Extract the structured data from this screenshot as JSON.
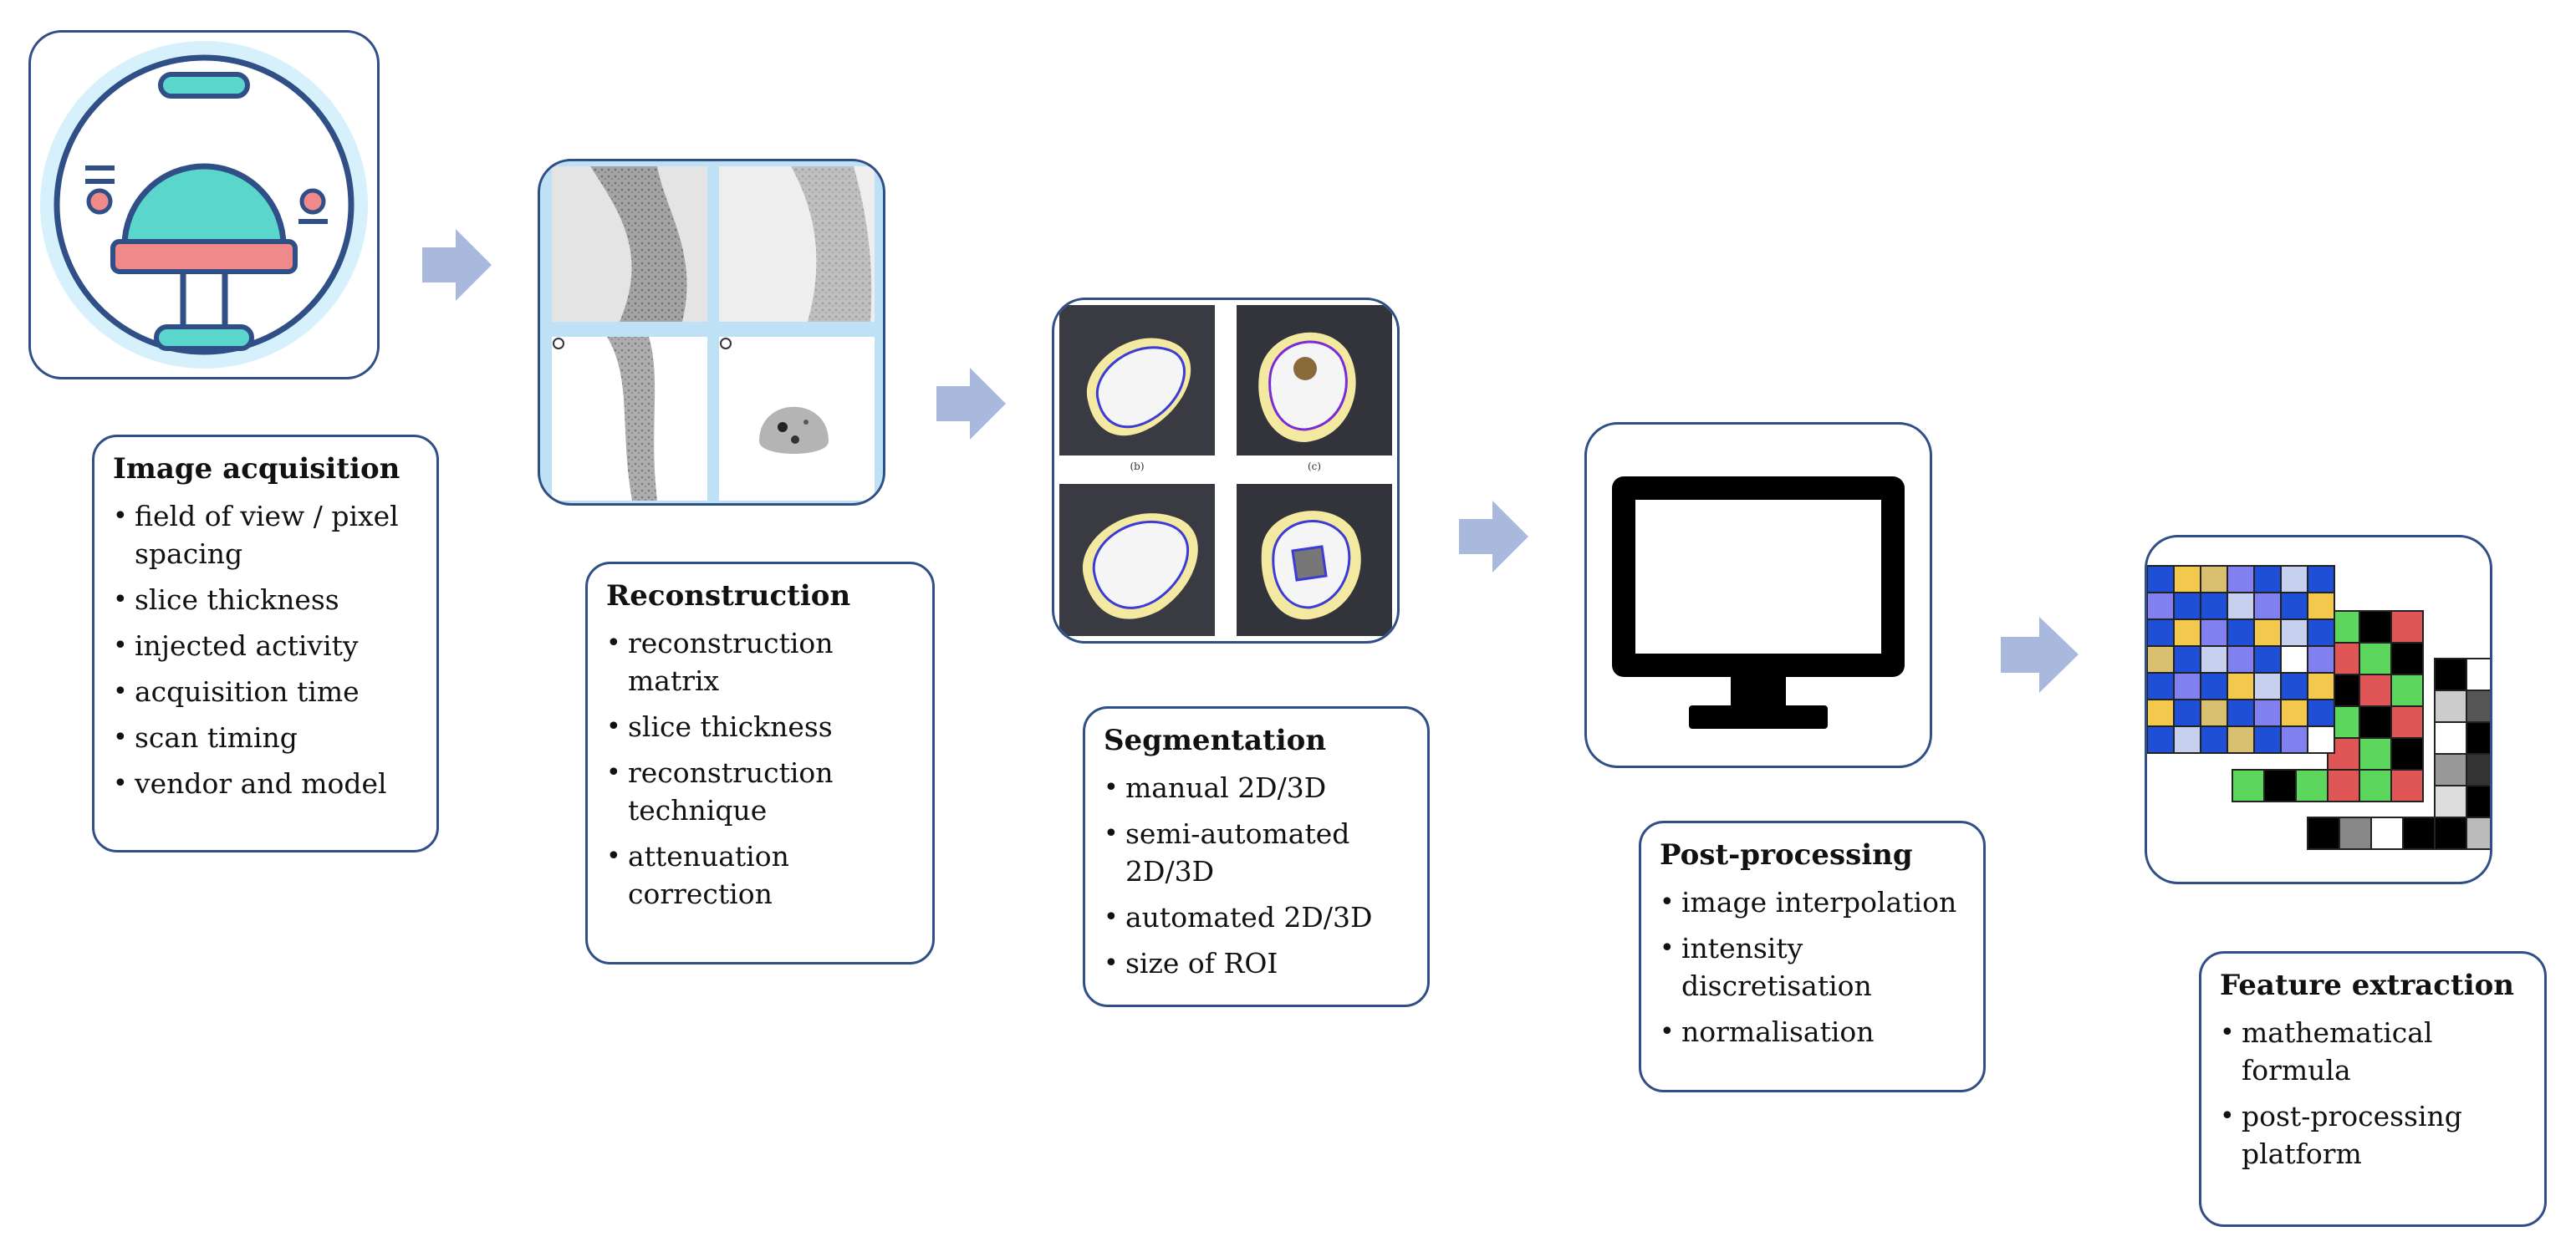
{
  "steps": [
    {
      "key": "acquisition",
      "title": "Image acquisition",
      "items": [
        "field of view / pixel spacing",
        "slice thickness",
        "injected activity",
        "acquisition time",
        "scan timing",
        "vendor and model"
      ]
    },
    {
      "key": "reconstruction",
      "title": "Reconstruction",
      "items": [
        "reconstruction matrix",
        "slice thickness",
        "reconstruction technique",
        "attenuation correction"
      ]
    },
    {
      "key": "segmentation",
      "title": "Segmentation",
      "items": [
        "manual 2D/3D",
        "semi-automated 2D/3D",
        "automated 2D/3D",
        "size of ROI"
      ]
    },
    {
      "key": "postprocessing",
      "title": "Post-processing",
      "items": [
        "image interpolation",
        "intensity discretisation",
        "normalisation"
      ]
    },
    {
      "key": "features",
      "title": "Feature extraction",
      "items": [
        "mathematical formula",
        "post-processing platform"
      ]
    }
  ],
  "segmentation_panel_labels": [
    "(b)",
    "(c)"
  ],
  "colors": {
    "border": "#2f4f86",
    "arrow": "#a9b8dd",
    "scanner_ring": "#d6f1fb",
    "scanner_teal": "#5bd6cc",
    "scanner_pink": "#f08a8a",
    "recon_frame": "#bfe1f5"
  },
  "icons": [
    "ct-scanner-icon",
    "reconstruction-images",
    "segmentation-images",
    "monitor-icon",
    "feature-matrix-grid"
  ]
}
